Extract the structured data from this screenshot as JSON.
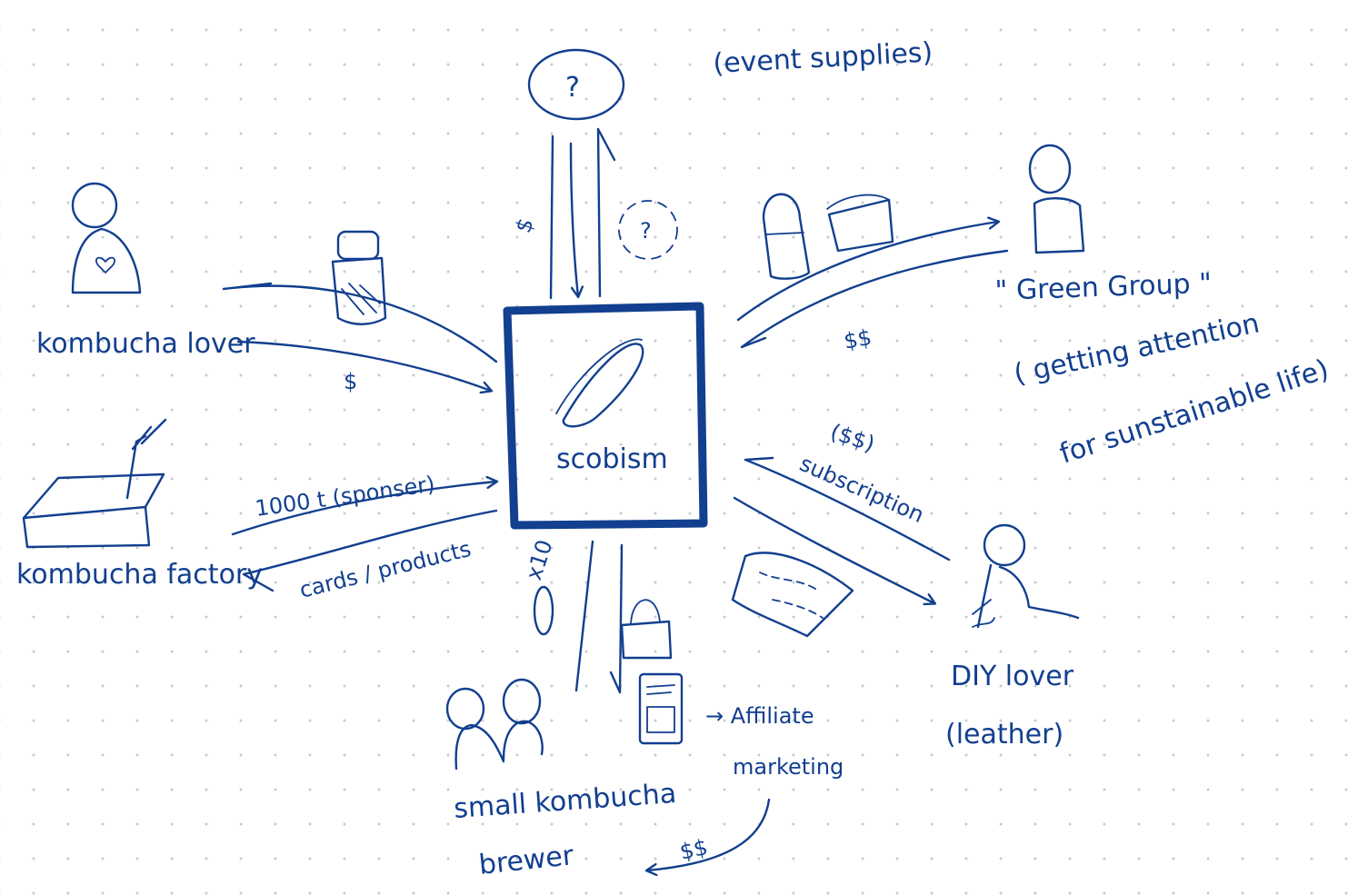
{
  "colors": {
    "ink": "#123f8f",
    "background": "#ffffff",
    "grid_dot": "#c7c9cc"
  },
  "center": {
    "label": "scobism"
  },
  "nodes": {
    "top": {
      "symbol": "?",
      "note": "(event supplies)"
    },
    "kombucha_lover": {
      "label": "kombucha lover"
    },
    "kombucha_factory": {
      "label": "kombucha factory"
    },
    "green_group": {
      "label": "\" Green Group \"",
      "note_line1": "( getting attention",
      "note_line2": "for sunstainable life)"
    },
    "diy_lover": {
      "label_line1": "DIY lover",
      "label_line2": "(leather)"
    },
    "small_brewer": {
      "label_line1": "small kombucha",
      "label_line2": "brewer"
    }
  },
  "flows": {
    "top_money": "$",
    "top_unknown": "?",
    "lover_money": "$",
    "factory_sponsor": "1000 t (sponser)",
    "factory_products": "cards / products",
    "green_money": "$$",
    "diy_money": "($$)",
    "diy_subscription": "subscription",
    "brewer_count": "x10",
    "affiliate": "→ Affiliate",
    "affiliate_line2": "marketing",
    "affiliate_money": "$$"
  }
}
